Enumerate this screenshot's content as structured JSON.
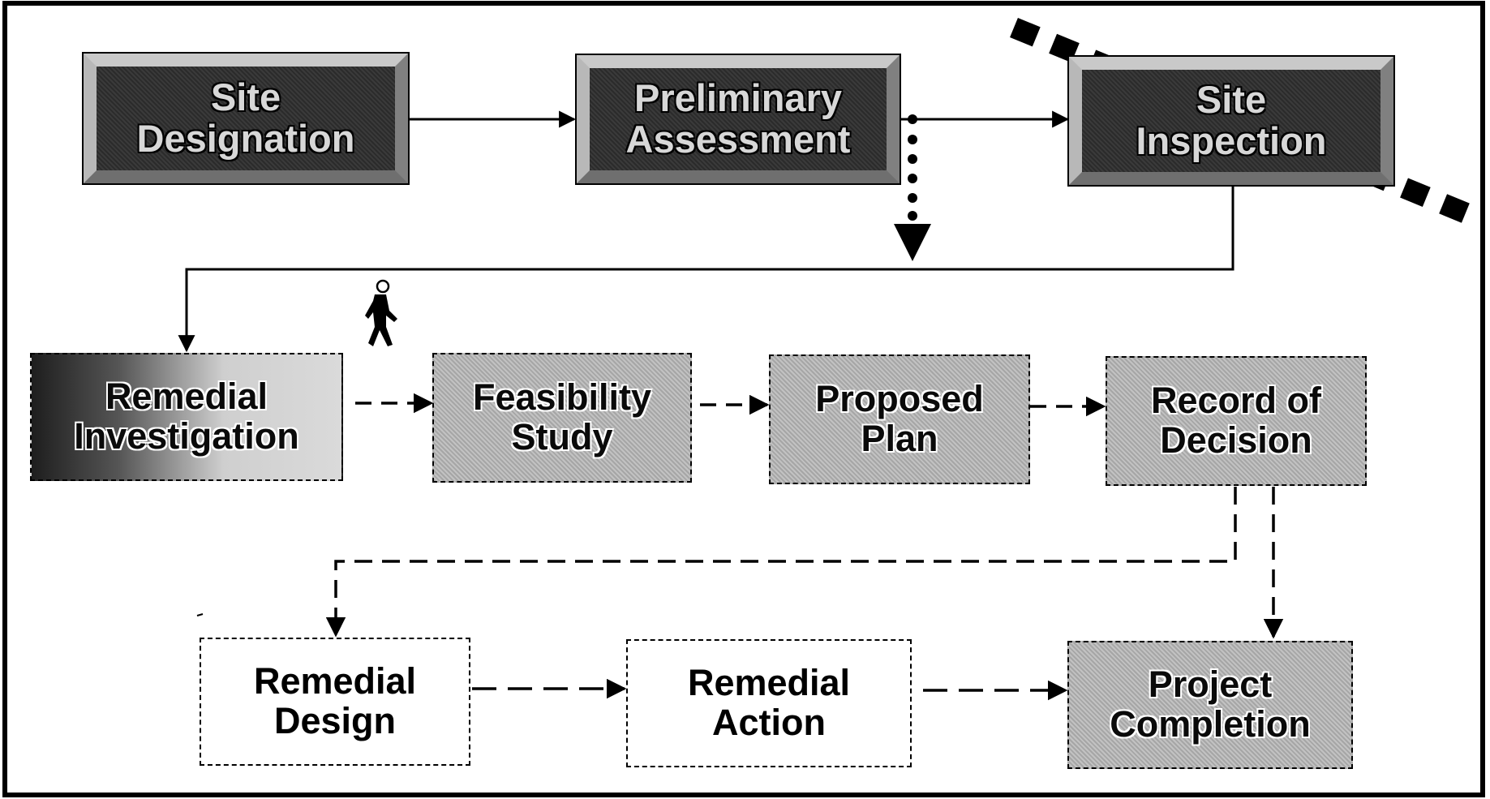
{
  "nodes": {
    "site_designation": "Site\nDesignation",
    "preliminary_assessment": "Preliminary\nAssessment",
    "site_inspection": "Site\nInspection",
    "remedial_investigation": "Remedial\nInvestigation",
    "feasibility_study": "Feasibility\nStudy",
    "proposed_plan": "Proposed\nPlan",
    "record_of_decision": "Record of\nDecision",
    "remedial_design": "Remedial\nDesign",
    "remedial_action": "Remedial\nAction",
    "project_completion": "Project\nCompletion"
  },
  "icons": {
    "walker": "walking-person-icon",
    "skip_line": "dotted-bypass-line"
  },
  "colors": {
    "dark_box": "#333333",
    "grey_box": "#b4b4b4",
    "line": "#000000"
  }
}
